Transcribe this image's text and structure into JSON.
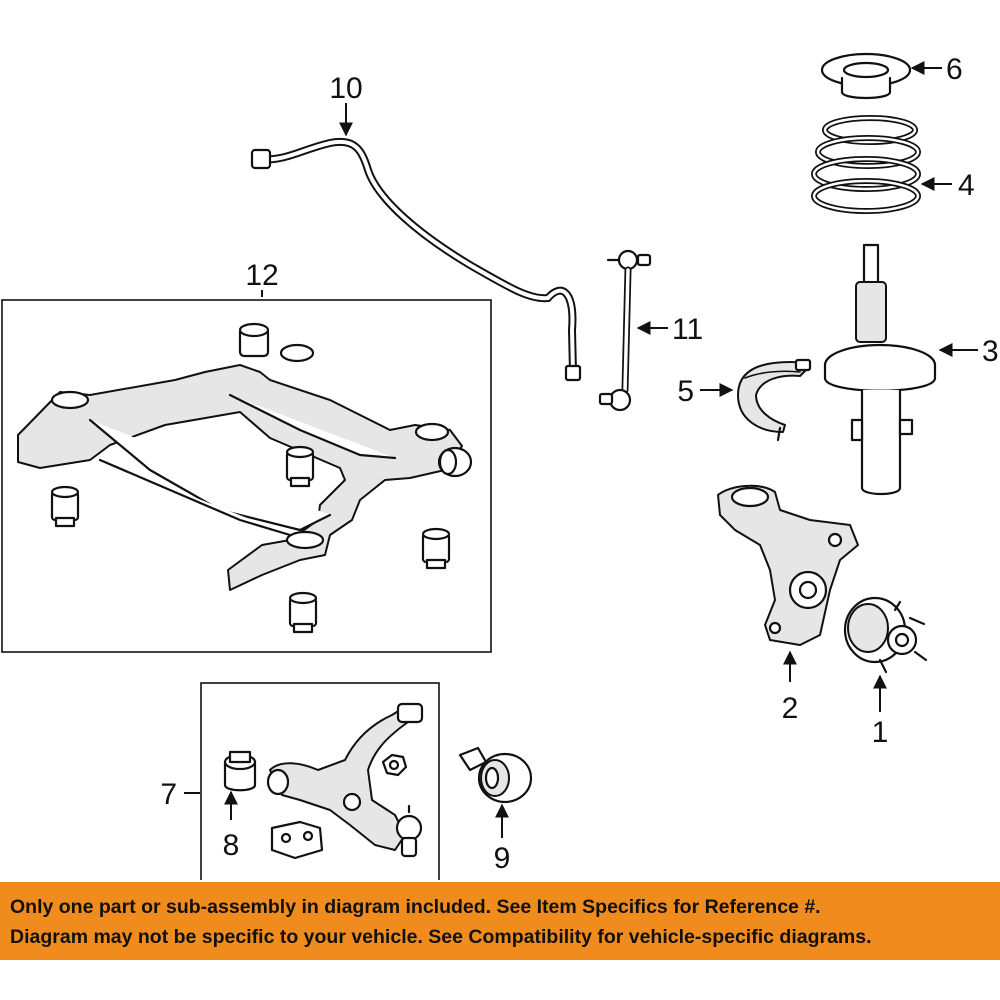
{
  "callouts": {
    "c1": "1",
    "c2": "2",
    "c3": "3",
    "c4": "4",
    "c5": "5",
    "c6": "6",
    "c7": "7",
    "c8": "8",
    "c9": "9",
    "c10": "10",
    "c11": "11",
    "c12": "12"
  },
  "disclaimer": {
    "line1": "Only one part or sub-assembly in diagram included. See Item Specifics for Reference #.",
    "line2": "Diagram may not be specific to your vehicle. See Compatibility for vehicle-specific diagrams."
  },
  "colors": {
    "banner": "#f08c1e",
    "ink": "#111111"
  }
}
